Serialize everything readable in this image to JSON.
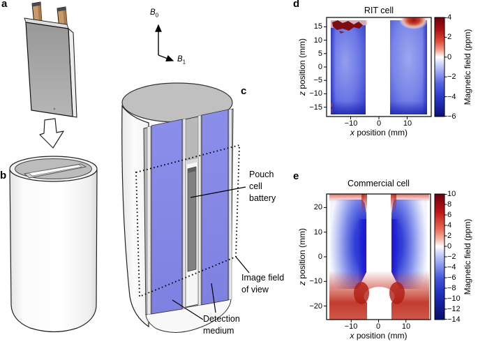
{
  "figure": {
    "panels": {
      "a": "a",
      "b": "b",
      "c": "c",
      "d": "d",
      "e": "e"
    },
    "field_arrows": {
      "symbol": "B",
      "b0_sub": "0",
      "b1_sub": "1"
    },
    "annotations": {
      "pouch": [
        "Pouch",
        "cell",
        "battery"
      ],
      "fov": [
        "Image field",
        "of view"
      ],
      "detection": [
        "Detection",
        "medium"
      ]
    }
  },
  "panel_d": {
    "label": "d",
    "title": "RIT cell",
    "xlabel_var": "x",
    "xlabel_rest": " position (mm)",
    "ylabel_var": "z",
    "ylabel_rest": " position (mm)",
    "xticks": [
      "−10",
      "0",
      "10"
    ],
    "yticks": [
      "15",
      "10",
      "5",
      "0",
      "−5",
      "−10",
      "−15"
    ],
    "cbar_label": "Magnetic field (ppm)",
    "cbar_ticks": [
      "4",
      "2",
      "0",
      "−2",
      "−4",
      "−6"
    ]
  },
  "panel_e": {
    "label": "e",
    "title": "Commercial cell",
    "xlabel_var": "x",
    "xlabel_rest": " position (mm)",
    "ylabel_var": "z",
    "ylabel_rest": " position (mm)",
    "xticks": [
      "−10",
      "0",
      "10"
    ],
    "yticks": [
      "20",
      "10",
      "0",
      "−10",
      "−20"
    ],
    "cbar_label": "Magnetic field (ppm)",
    "cbar_ticks": [
      "10",
      "8",
      "6",
      "4",
      "2",
      "0",
      "−2",
      "−4",
      "−6",
      "−8",
      "−10",
      "−12",
      "−14"
    ]
  },
  "chart_data": [
    {
      "type": "heatmap",
      "panel": "d",
      "title": "RIT cell",
      "xlabel": "x position (mm)",
      "ylabel": "z position (mm)",
      "colorbar_label": "Magnetic field (ppm)",
      "colormap": "seismic (dark red - white - dark blue)",
      "xlim": [
        -18,
        18
      ],
      "ylim": [
        -18,
        18
      ],
      "xticks": [
        -10,
        0,
        10
      ],
      "yticks": [
        15,
        10,
        5,
        0,
        -5,
        -10,
        -15
      ],
      "colorbar_range": [
        -6,
        4
      ],
      "colorbar_ticks": [
        4,
        2,
        0,
        -2,
        -4,
        -6
      ],
      "masked_region": "central vertical band |x| < 4 mm (pouch cell battery, no signal) shown white",
      "grid_x_mm": [
        -15,
        -10,
        -5,
        0,
        5,
        10,
        15
      ],
      "grid_z_mm": [
        15,
        10,
        5,
        0,
        -5,
        -10,
        -15
      ],
      "values_ppm": [
        [
          -1.5,
          4,
          -2.5,
          null,
          -0.5,
          2.5,
          -0.5
        ],
        [
          -2.5,
          -2,
          -1.5,
          null,
          -1,
          -1,
          -1.5
        ],
        [
          -2,
          -1.5,
          -1.5,
          null,
          -1,
          -1,
          -1.5
        ],
        [
          -2,
          -1.5,
          -1.5,
          null,
          -1,
          -1,
          -1.5
        ],
        [
          -2,
          -1.5,
          -1.5,
          null,
          -1.5,
          -1,
          -2
        ],
        [
          -2.5,
          -2,
          -2,
          null,
          -1.5,
          -1.5,
          -2
        ],
        [
          -2.5,
          -2,
          -2.5,
          null,
          -2,
          -2,
          -2.5
        ]
      ]
    },
    {
      "type": "heatmap",
      "panel": "e",
      "title": "Commercial cell",
      "xlabel": "x position (mm)",
      "ylabel": "z position (mm)",
      "colorbar_label": "Magnetic field (ppm)",
      "colormap": "seismic (dark red - white - dark blue)",
      "xlim": [
        -19,
        19
      ],
      "ylim": [
        -25,
        25
      ],
      "xticks": [
        -10,
        0,
        10
      ],
      "yticks": [
        20,
        10,
        0,
        -10,
        -20
      ],
      "colorbar_range": [
        -14,
        10
      ],
      "colorbar_ticks": [
        10,
        8,
        6,
        4,
        2,
        0,
        -2,
        -4,
        -6,
        -8,
        -10,
        -12,
        -14
      ],
      "masked_region": "central vertical band |x| < 4 mm (cell body, widens near top and bottom) shown white",
      "grid_x_mm": [
        -15,
        -10,
        -5,
        0,
        5,
        10,
        15
      ],
      "grid_z_mm": [
        20,
        15,
        10,
        5,
        0,
        -5,
        -10,
        -15,
        -20
      ],
      "values_ppm": [
        [
          -1,
          -2,
          1,
          null,
          1,
          -2,
          -1
        ],
        [
          -2,
          -4,
          -3,
          null,
          -3,
          -4,
          -2
        ],
        [
          -3,
          -6,
          -9,
          null,
          -9,
          -6,
          -3
        ],
        [
          -3,
          -7,
          -12,
          null,
          -12,
          -7,
          -3
        ],
        [
          -3,
          -7,
          -12,
          null,
          -12,
          -7,
          -3
        ],
        [
          -3,
          -7,
          -12,
          null,
          -12,
          -7,
          -3
        ],
        [
          -3,
          -6,
          -8,
          null,
          -8,
          -6,
          -3
        ],
        [
          1,
          2,
          4,
          null,
          4,
          2,
          1
        ],
        [
          2,
          4,
          6,
          null,
          6,
          4,
          2
        ]
      ]
    }
  ]
}
